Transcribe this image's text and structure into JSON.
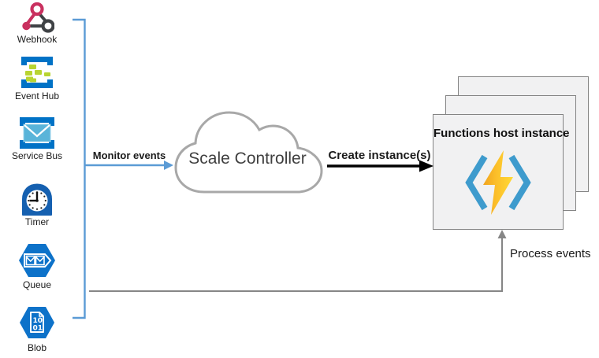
{
  "sources": {
    "items": [
      {
        "label": "Webhook",
        "icon": "webhook-icon"
      },
      {
        "label": "Event Hub",
        "icon": "event-hub-icon"
      },
      {
        "label": "Service Bus",
        "icon": "service-bus-icon"
      },
      {
        "label": "Timer",
        "icon": "timer-icon"
      },
      {
        "label": "Queue",
        "icon": "queue-icon"
      },
      {
        "label": "Blob",
        "icon": "blob-icon"
      }
    ]
  },
  "controller": {
    "label": "Scale Controller",
    "shape": "cloud"
  },
  "host": {
    "title": "Functions host instance",
    "stacked_instances": 3,
    "icon": "azure-functions-logo"
  },
  "labels": {
    "monitor": "Monitor events",
    "create": "Create instance(s)",
    "process": "Process events"
  },
  "blob_doc_text": {
    "line1": "10",
    "line2": "01"
  },
  "colors": {
    "accent_blue": "#5b9bd5",
    "azure_blue": "#0072c6",
    "hexagon_blue": "#0d72c9",
    "lime_green": "#b8d432",
    "envelope_blue": "#59b4d9",
    "webhook_pink": "#c9305f",
    "webhook_dark": "#3f4245",
    "functions_bracket_blue": "#3e9bcd",
    "bolt_gold": "#f0a31f",
    "bolt_yellow": "#ffd935",
    "cloud_outline": "#a8a8a8",
    "process_line_gray": "#868686",
    "box_fill": "#f1f1f2",
    "box_border": "#848484",
    "create_arrow": "#000000"
  }
}
